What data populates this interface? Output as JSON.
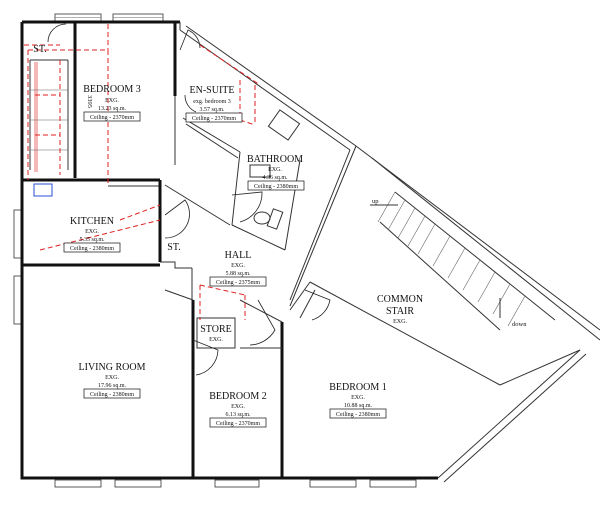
{
  "rooms": {
    "bedroom3": {
      "name": "BEDROOM 3",
      "status": "EXG.",
      "area": "13.23 sq.m.",
      "ceiling": "Ceiling - 2370mm"
    },
    "ensuite": {
      "name": "EN-SUITE",
      "note": "exg. bedroom 3",
      "area": "3.57 sq.m.",
      "ceiling": "Ceiling - 2370mm"
    },
    "bathroom": {
      "name": "BATHROOM",
      "status": "EXG.",
      "area": "4.36 sq.m.",
      "ceiling": "Ceiling - 2380mm"
    },
    "kitchen": {
      "name": "KITCHEN",
      "status": "EXG.",
      "area": "5.35 sq.m.",
      "ceiling": "Ceiling - 2380mm"
    },
    "hall": {
      "name": "HALL",
      "status": "EXG.",
      "area": "5.88 sq.m.",
      "ceiling": "Ceiling - 2375mm"
    },
    "store": {
      "name": "STORE",
      "status": "EXG."
    },
    "living": {
      "name": "LIVING ROOM",
      "status": "EXG.",
      "area": "17.96 sq.m.",
      "ceiling": "Ceiling - 2380mm"
    },
    "bedroom2": {
      "name": "BEDROOM 2",
      "status": "EXG.",
      "area": "6.13 sq.m.",
      "ceiling": "Ceiling - 2370mm"
    },
    "bedroom1": {
      "name": "BEDROOM 1",
      "status": "EXG.",
      "area": "10.88 sq.m.",
      "ceiling": "Ceiling - 2380mm"
    },
    "stair": {
      "name_line1": "COMMON",
      "name_line2": "STAIR",
      "status": "EXG."
    }
  },
  "labels": {
    "st_top": "ST.",
    "st_hall": "ST.",
    "dimension": "3395",
    "stair_up": "up",
    "stair_down": "down"
  }
}
